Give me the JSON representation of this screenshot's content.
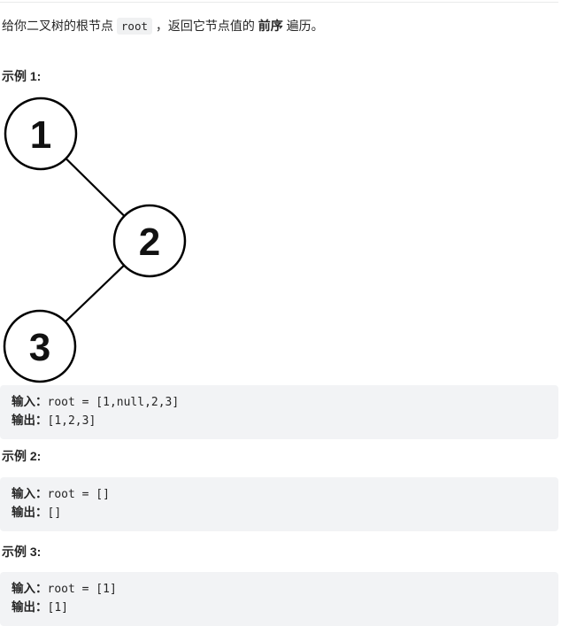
{
  "description": {
    "prefix": "给你二叉树的根节点 ",
    "code": "root",
    "middle": " ，返回它节点值的 ",
    "bold_term": "前序",
    "suffix": " 遍历。"
  },
  "figure": {
    "type": "binary-tree",
    "nodes": [
      {
        "value": "1"
      },
      {
        "value": "2"
      },
      {
        "value": "3"
      }
    ],
    "edges": [
      [
        0,
        1
      ],
      [
        1,
        2
      ]
    ],
    "node_fill": "#ffffff",
    "node_stroke": "#000000"
  },
  "examples": [
    {
      "label": "示例 1:",
      "input_label": "输入：",
      "input_value": "root = [1,null,2,3]",
      "output_label": "输出：",
      "output_value": "[1,2,3]"
    },
    {
      "label": "示例 2:",
      "input_label": "输入：",
      "input_value": "root = []",
      "output_label": "输出：",
      "output_value": "[]"
    },
    {
      "label": "示例 3:",
      "input_label": "输入：",
      "input_value": "root = [1]",
      "output_label": "输出：",
      "output_value": "[1]"
    }
  ],
  "colors": {
    "text": "#262626",
    "example_block_bg": "#f2f3f5",
    "inline_code_bg": "#f0f1f2",
    "divider": "#e9eaeb"
  }
}
